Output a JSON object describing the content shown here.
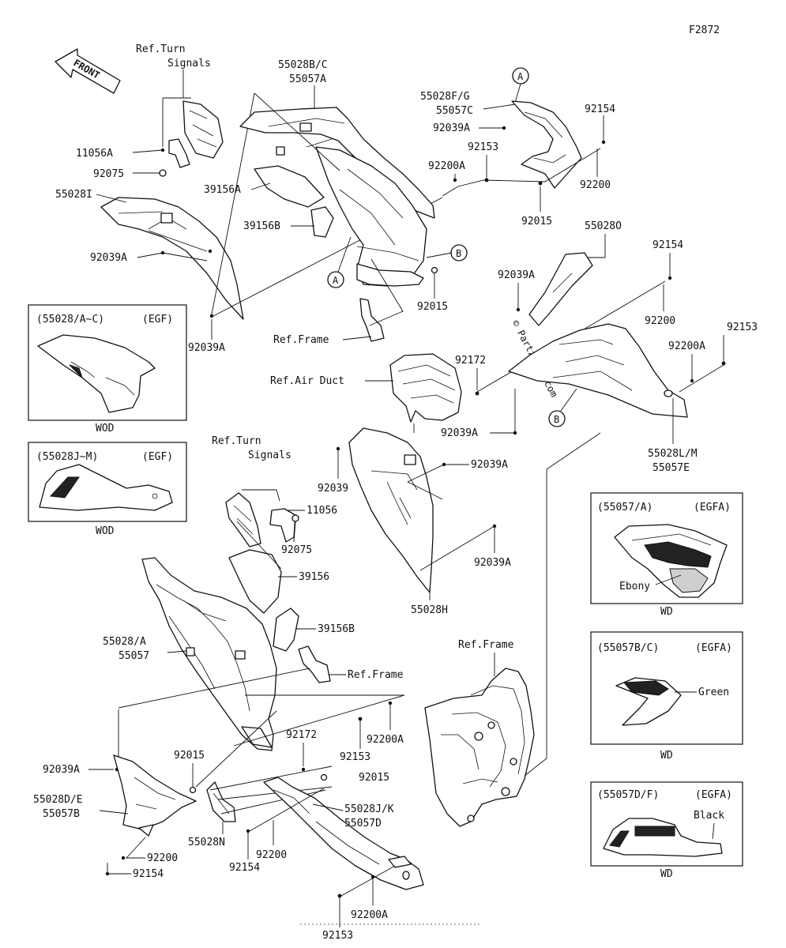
{
  "figure_code": "F2872",
  "front_label": "FRONT",
  "watermark": "© Partzilla.com",
  "circle_markers": [
    "A",
    "B"
  ],
  "labels": {
    "ref_turn_signals_1a": "Ref.Turn",
    "ref_turn_signals_1b": "Signals",
    "p_11056A": "11056A",
    "p_92075_a": "92075",
    "p_55028I": "55028I",
    "p_92039A_a": "92039A",
    "p_92039A_b": "92039A",
    "p_55028BC": "55028B/C",
    "p_55057A": "55057A",
    "p_39156A": "39156A",
    "p_39156B_a": "39156B",
    "ref_frame_1": "Ref.Frame",
    "p_55028FG": "55028F/G",
    "p_55057C": "55057C",
    "p_92039A_c": "92039A",
    "p_92153_a": "92153",
    "p_92154_a": "92154",
    "p_92200A_a": "92200A",
    "p_92200_a": "92200",
    "p_92015_a": "92015",
    "p_92015_b": "92015",
    "p_55028O": "55028O",
    "p_92154_b": "92154",
    "p_92039A_d": "92039A",
    "p_92200_b": "92200",
    "p_92153_b": "92153",
    "p_92200A_b": "92200A",
    "p_92172_a": "92172",
    "ref_air_duct": "Ref.Air Duct",
    "p_92039A_e": "92039A",
    "p_55028LM": "55028L/M",
    "p_55057E": "55057E",
    "ref_turn_signals_2a": "Ref.Turn",
    "ref_turn_signals_2b": "Signals",
    "p_92039_a": "92039",
    "p_92039A_f": "92039A",
    "p_11056": "11056",
    "p_92075_b": "92075",
    "p_39156": "39156",
    "p_92039A_g": "92039A",
    "p_55028H": "55028H",
    "p_55028A": "55028/A",
    "p_55057": "55057",
    "p_39156B_b": "39156B",
    "ref_frame_2": "Ref.Frame",
    "ref_frame_3": "Ref.Frame",
    "p_92039A_h": "92039A",
    "p_92015_c": "92015",
    "p_92172_b": "92172",
    "p_92153_c": "92153",
    "p_92200A_c": "92200A",
    "p_92015_d": "92015",
    "p_55028DE": "55028D/E",
    "p_55057B": "55057B",
    "p_55028N": "55028N",
    "p_55028JK": "55028J/K",
    "p_55057D": "55057D",
    "p_92200_c": "92200",
    "p_92154_c": "92154",
    "p_92200_d": "92200",
    "p_92154_d": "92154",
    "p_92200A_d": "92200A",
    "p_92153_d": "92153"
  },
  "insets": [
    {
      "title_left": "(55028/A~C)",
      "title_right": "(EGF)",
      "caption": "WOD"
    },
    {
      "title_left": "(55028J~M)",
      "title_right": "(EGF)",
      "caption": "WOD"
    },
    {
      "title_left": "(55057/A)",
      "title_right": "(EGFA)",
      "color_label": "Ebony",
      "caption": "WD"
    },
    {
      "title_left": "(55057B/C)",
      "title_right": "(EGFA)",
      "color_label": "Green",
      "caption": "WD"
    },
    {
      "title_left": "(55057D/F)",
      "title_right": "(EGFA)",
      "color_label": "Black",
      "caption": "WD"
    }
  ]
}
